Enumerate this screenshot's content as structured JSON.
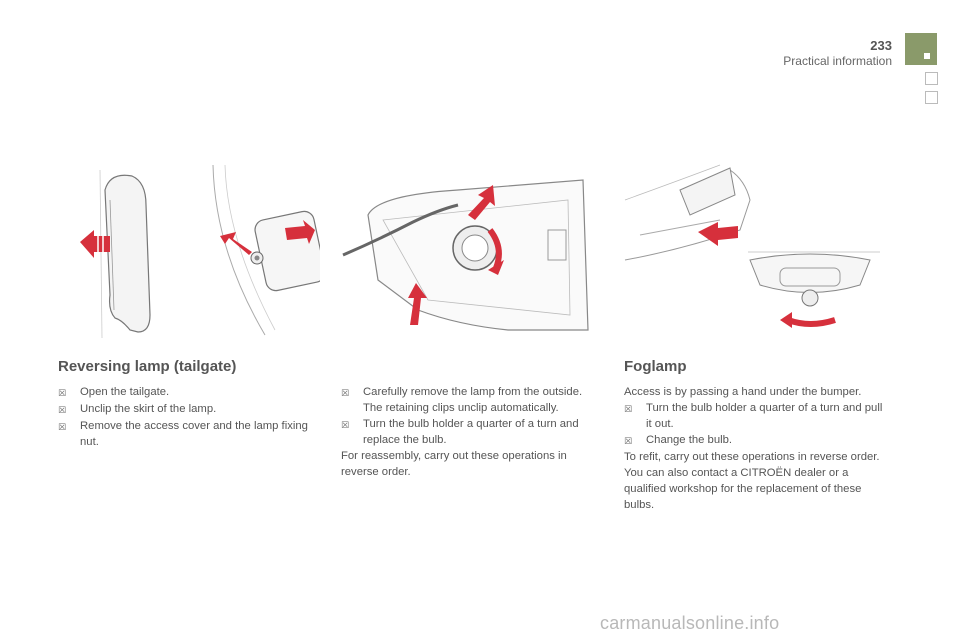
{
  "header": {
    "page_number": "233",
    "section": "Practical information"
  },
  "nav_tabs": {
    "active_icon": "square-tab-icon",
    "inactive_count": 2
  },
  "colors": {
    "accent": "#8a9a6a",
    "arrow": "#d6303c"
  },
  "illustrations": [
    "tailgate-lamp-drawing",
    "lamp-cover-drawing",
    "lamp-unit-bulb-holder-drawing",
    "foglamp-bumper-drawing"
  ],
  "reversing": {
    "title": "Reversing lamp (tailgate)",
    "steps": [
      "Open the tailgate.",
      "Unclip the skirt of the lamp.",
      "Remove the access cover and the lamp fixing nut."
    ]
  },
  "middle": {
    "steps": [
      "Carefully remove the lamp from the outside. The retaining clips unclip automatically.",
      "Turn the bulb holder a quarter of a turn and replace the bulb."
    ],
    "note": "For reassembly, carry out these operations in reverse order."
  },
  "foglamp": {
    "title": "Foglamp",
    "intro": "Access is by passing a hand under the bumper.",
    "steps": [
      "Turn the bulb holder a quarter of a turn and pull it out.",
      "Change the bulb."
    ],
    "note1": "To refit, carry out these operations in reverse order.",
    "note2": "You can also contact a CITROËN dealer or a qualified workshop for the replacement of these bulbs."
  },
  "bullet_symbol": "☒",
  "watermark": "carmanualsonline.info"
}
